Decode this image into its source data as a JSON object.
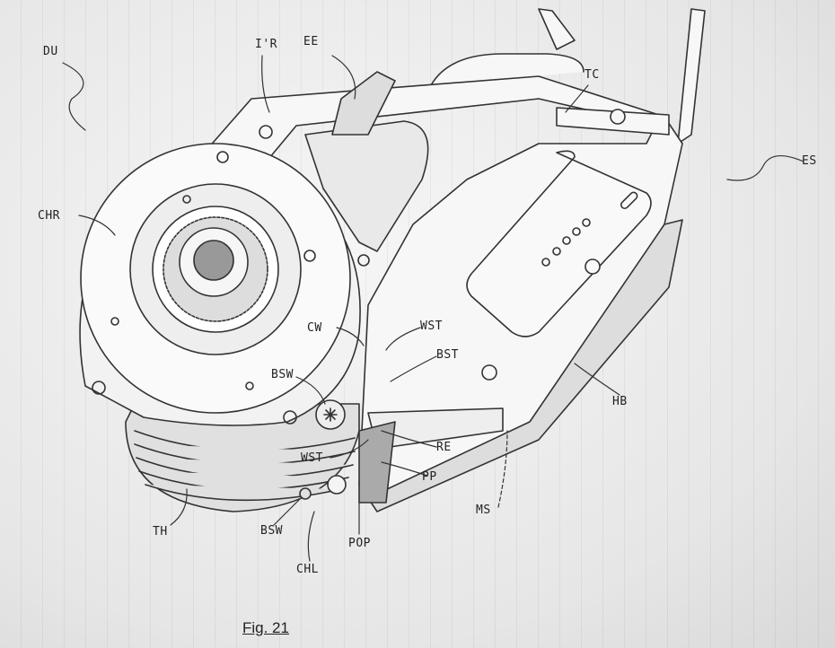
{
  "figure_label": "Fig. 21",
  "labels": {
    "du": "DU",
    "ir": "I'R",
    "ee": "EE",
    "tc": "TC",
    "es": "ES",
    "chr": "CHR",
    "cw": "CW",
    "wst_upper": "WST",
    "bst": "BST",
    "bsw_upper": "BSW",
    "hb": "HB",
    "re": "RE",
    "wst_lower": "WST",
    "pp": "PP",
    "ms": "MS",
    "th": "TH",
    "bsw_lower": "BSW",
    "pop": "POP",
    "chl": "CHL"
  }
}
